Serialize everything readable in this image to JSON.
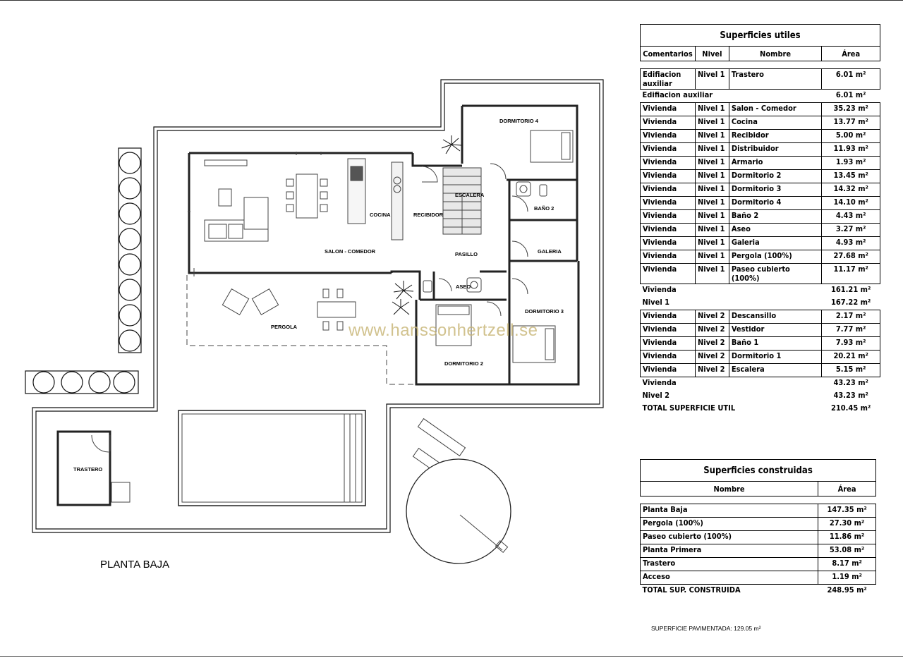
{
  "plan": {
    "title": "PLANTA BAJA",
    "watermark": "www.hanssonhertzell.se",
    "rooms": {
      "dormitorio4": "DORMITORIO 4",
      "escalera": "ESCALERA",
      "cocina": "COCINA",
      "recibidor": "RECIBIDOR",
      "bano2": "BAÑO 2",
      "salon": "SALON - COMEDOR",
      "pasillo": "PASILLO",
      "galeria": "GALERIA",
      "aseo": "ASEO",
      "dormitorio3": "DORMITORIO 3",
      "pergola": "PERGOLA",
      "dormitorio2": "DORMITORIO 2",
      "trastero": "TRASTERO"
    },
    "paved_surface": "SUPERFICIE PAVIMENTADA: 129.05 m²"
  },
  "utiles": {
    "title": "Superficies utiles",
    "headers": [
      "Comentarios",
      "Nivel",
      "Nombre",
      "Área"
    ],
    "rows": [
      [
        "Edifiacion auxiliar",
        "Nivel 1",
        "Trastero",
        "6.01 m²"
      ],
      [
        "Edifiacion auxiliar",
        "",
        "",
        "6.01 m²"
      ],
      [
        "Vivienda",
        "Nivel 1",
        "Salon - Comedor",
        "35.23 m²"
      ],
      [
        "Vivienda",
        "Nivel 1",
        "Cocina",
        "13.77 m²"
      ],
      [
        "Vivienda",
        "Nivel 1",
        "Recibidor",
        "5.00 m²"
      ],
      [
        "Vivienda",
        "Nivel 1",
        "Distribuidor",
        "11.93 m²"
      ],
      [
        "Vivienda",
        "Nivel 1",
        "Armario",
        "1.93 m²"
      ],
      [
        "Vivienda",
        "Nivel 1",
        "Dormitorio 2",
        "13.45 m²"
      ],
      [
        "Vivienda",
        "Nivel 1",
        "Dormitorio 3",
        "14.32 m²"
      ],
      [
        "Vivienda",
        "Nivel 1",
        "Dormitorio 4",
        "14.10 m²"
      ],
      [
        "Vivienda",
        "Nivel 1",
        "Baño 2",
        "4.43 m²"
      ],
      [
        "Vivienda",
        "Nivel 1",
        "Aseo",
        "3.27 m²"
      ],
      [
        "Vivienda",
        "Nivel 1",
        "Galeria",
        "4.93 m²"
      ],
      [
        "Vivienda",
        "Nivel 1",
        "Pergola (100%)",
        "27.68 m²"
      ],
      [
        "Vivienda",
        "Nivel 1",
        "Paseo cubierto (100%)",
        "11.17 m²"
      ],
      [
        "Vivienda",
        "",
        "",
        "161.21 m²"
      ],
      [
        "Nivel 1",
        "",
        "",
        "167.22 m²"
      ],
      [
        "Vivienda",
        "Nivel 2",
        "Descansillo",
        "2.17 m²"
      ],
      [
        "Vivienda",
        "Nivel 2",
        "Vestidor",
        "7.77 m²"
      ],
      [
        "Vivienda",
        "Nivel 2",
        "Baño 1",
        "7.93 m²"
      ],
      [
        "Vivienda",
        "Nivel 2",
        "Dormitorio 1",
        "20.21 m²"
      ],
      [
        "Vivienda",
        "Nivel 2",
        "Escalera",
        "5.15 m²"
      ],
      [
        "Vivienda",
        "",
        "",
        "43.23 m²"
      ],
      [
        "Nivel 2",
        "",
        "",
        "43.23 m²"
      ],
      [
        "TOTAL SUPERFICIE UTIL",
        "",
        "",
        "210.45 m²"
      ]
    ]
  },
  "construidas": {
    "title": "Superficies construidas",
    "headers": [
      "Nombre",
      "Área"
    ],
    "rows": [
      [
        "Planta Baja",
        "147.35 m²"
      ],
      [
        "Pergola (100%)",
        "27.30 m²"
      ],
      [
        "Paseo cubierto (100%)",
        "11.86 m²"
      ],
      [
        "Planta Primera",
        "53.08 m²"
      ],
      [
        "Trastero",
        "8.17 m²"
      ],
      [
        "Acceso",
        "1.19 m²"
      ],
      [
        "TOTAL SUP. CONSTRUIDA",
        "248.95 m²"
      ]
    ]
  }
}
